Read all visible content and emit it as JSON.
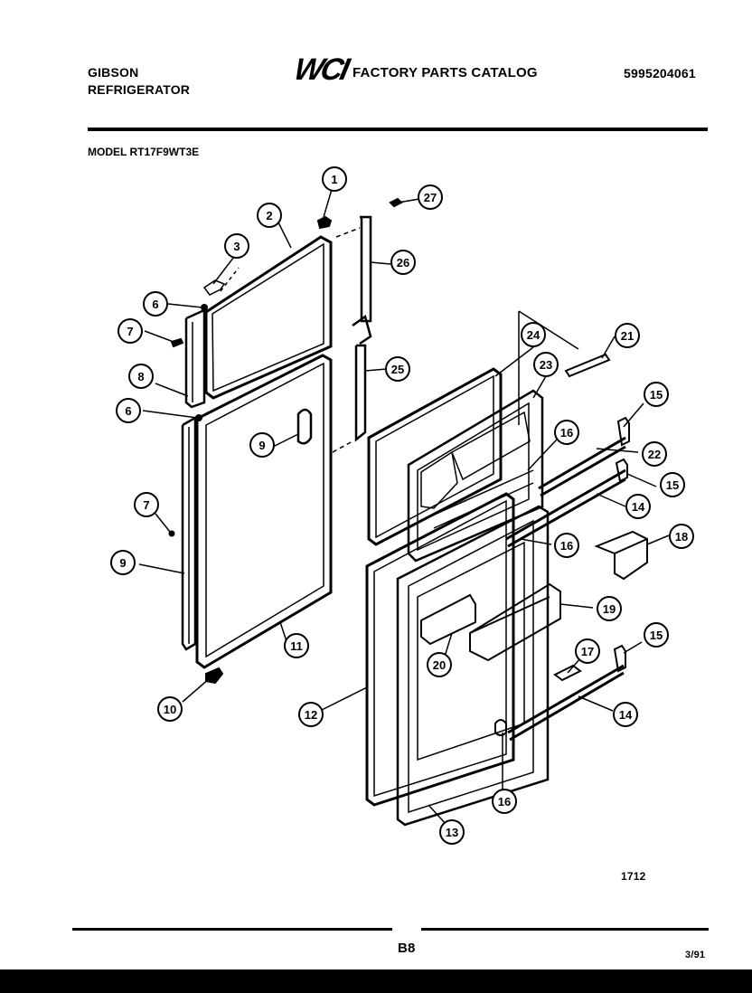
{
  "header": {
    "brand": "GIBSON",
    "product": "REFRIGERATOR",
    "logo_text": "WCI",
    "catalog_title": "FACTORY PARTS CATALOG",
    "catalog_number": "5995204061",
    "model": "MODEL RT17F9WT3E"
  },
  "footer": {
    "drawing_number": "1712",
    "page_number": "B8",
    "date_code": "3/91"
  },
  "callouts": [
    "1",
    "2",
    "3",
    "6",
    "7",
    "8",
    "6",
    "9",
    "7",
    "9",
    "10",
    "11",
    "27",
    "26",
    "25",
    "24",
    "23",
    "21",
    "15",
    "16",
    "22",
    "15",
    "14",
    "16",
    "18",
    "19",
    "20",
    "17",
    "15",
    "14",
    "12",
    "16",
    "13"
  ]
}
